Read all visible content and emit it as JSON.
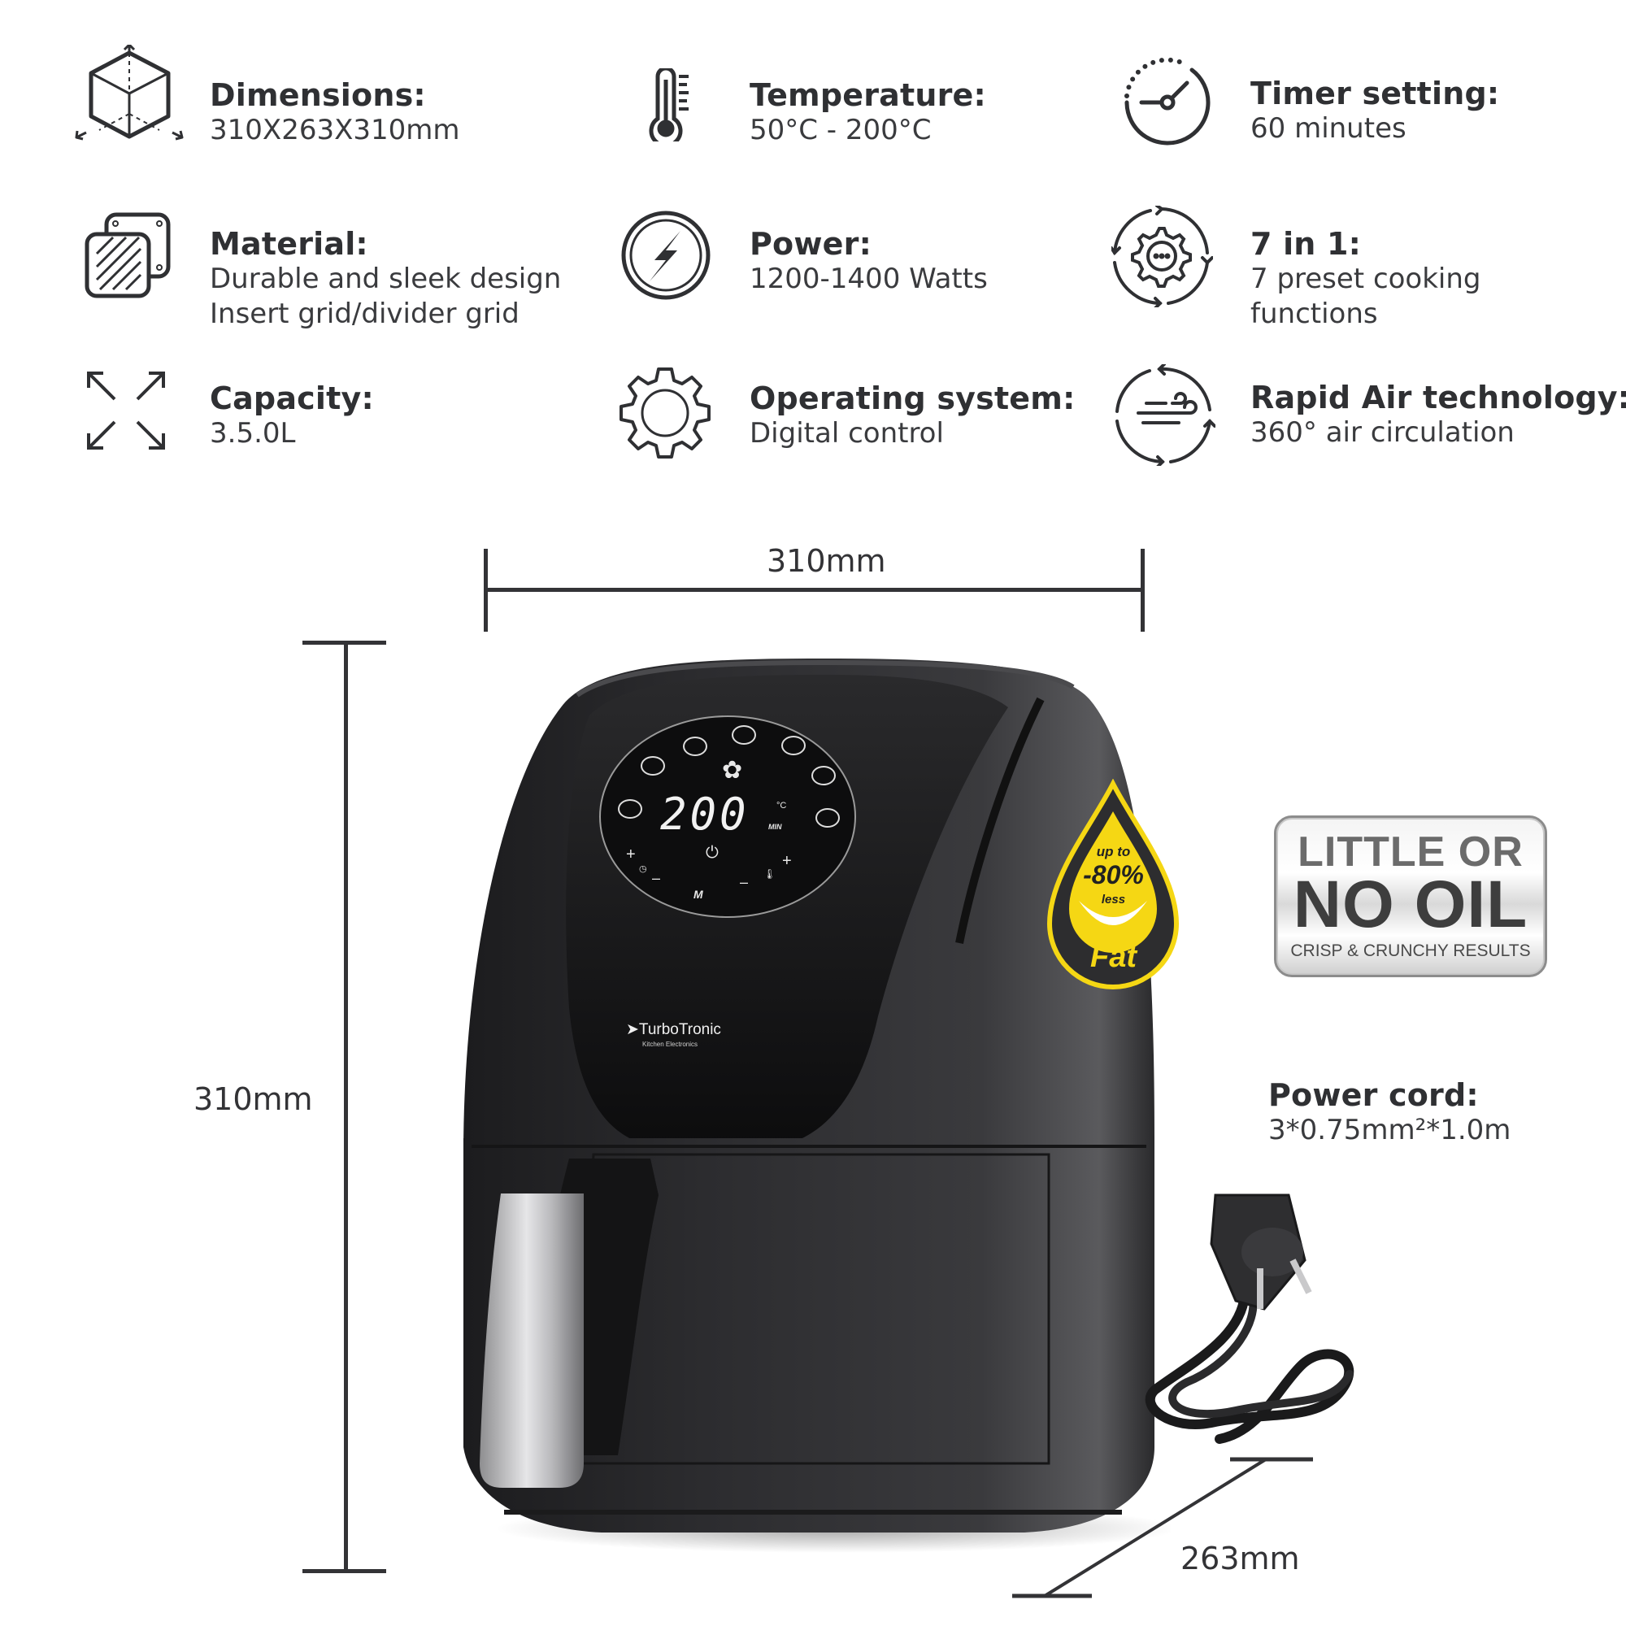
{
  "specs": {
    "dimensions": {
      "icon": "cube-dimensions-icon",
      "title": "Dimensions:",
      "lines": [
        "310X263X310mm"
      ]
    },
    "temperature": {
      "icon": "thermometer-icon",
      "title": "Temperature:",
      "lines": [
        "50°C - 200°C"
      ]
    },
    "timer": {
      "icon": "timer-clock-icon",
      "title": "Timer setting:",
      "lines": [
        "60 minutes"
      ]
    },
    "material": {
      "icon": "material-plates-icon",
      "title": "Material:",
      "lines": [
        "Durable and sleek design",
        "Insert grid/divider grid"
      ]
    },
    "power": {
      "icon": "lightning-bolt-icon",
      "title": "Power:",
      "lines": [
        "1200-1400 Watts"
      ]
    },
    "functions": {
      "icon": "gear-cycle-icon",
      "title": "7 in 1:",
      "lines": [
        "7 preset cooking",
        "functions"
      ]
    },
    "capacity": {
      "icon": "expand-arrows-icon",
      "title": "Capacity:",
      "lines": [
        "3.5.0L"
      ]
    },
    "operating_system": {
      "icon": "gear-icon",
      "title": "Operating system:",
      "lines": [
        "Digital control"
      ]
    },
    "rapid_air": {
      "icon": "air-circulation-icon",
      "title": "Rapid Air technology:",
      "lines": [
        "360° air circulation"
      ]
    }
  },
  "dimensions_diagram": {
    "width_label": "310mm",
    "height_label": "310mm",
    "depth_label": "263mm"
  },
  "product": {
    "brand": "TurboTronic",
    "brand_sub": "Kitchen Electronics",
    "display_value": "200",
    "display_unit_temp": "°C",
    "display_unit_time": "MIN",
    "panel_labels": {
      "plus_left": "+",
      "minus_left": "–",
      "plus_right": "+",
      "minus_right": "–",
      "mode": "M"
    }
  },
  "power_cord": {
    "title": "Power cord:",
    "spec": "3*0.75mm²*1.0m"
  },
  "badges": {
    "oil": {
      "line1": "LITTLE OR",
      "line2": "NO OIL",
      "line3": "CRISP & CRUNCHY RESULTS"
    },
    "fat": {
      "line1": "up to",
      "line2": "-80%",
      "line3": "less",
      "line4": "Fat"
    }
  },
  "colors": {
    "text": "#333336",
    "icon": "#2f3033",
    "fat_yellow": "#f5d714",
    "product_black": "#2a2a2c"
  }
}
